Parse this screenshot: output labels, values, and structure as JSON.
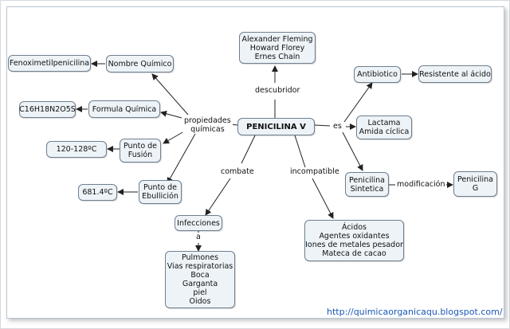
{
  "nodes": {
    "penicilina": "PENICILINA V",
    "discoverers": [
      "Alexander Fleming",
      "Howard Florey",
      "Ernes Chain"
    ],
    "fenoximetil": "Fenoximetilpenicilina",
    "nombre_quimico": "Nombre Químico",
    "formula_value": "C16H18N2O5S",
    "formula_quimica": "Formula Química",
    "fusion_value": "120-128ºC",
    "punto_fusion": [
      "Punto de",
      "Fusión"
    ],
    "ebullicion_value": "681.4ºC",
    "punto_ebullicion": [
      "Punto de",
      "Ebullición"
    ],
    "infecciones": "Infecciones",
    "organs": [
      "Pulmones",
      "Vias respiratorias",
      "Boca",
      "Garganta",
      "piel",
      "Oidos"
    ],
    "antibiotico": "Antibiotico",
    "resistente": "Resistente al ácido",
    "lactama": [
      "Lactama",
      "Amida cíclica"
    ],
    "sintetica": [
      "Penicilina",
      "Sintetica"
    ],
    "penicilina_g": [
      "Penicilina",
      "G"
    ],
    "incompatibles": [
      "Ácidos",
      "Agentes oxidantes",
      "Iones de metales pesador",
      "Mateca de cacao"
    ]
  },
  "links": {
    "descubridor": "descubridor",
    "propiedades": [
      "propiedades",
      "químicas"
    ],
    "es": "es",
    "combate": "combate",
    "incompatible": "incompatible",
    "a": "a",
    "modificacion": "modificación"
  },
  "footer": {
    "url": "http://quimicaorganicaqu.blogspot.com/"
  },
  "colors": {
    "node_fill": "#edf3f7",
    "node_border": "#6f7f8f",
    "edge": "#222222",
    "url": "#1a58b8"
  }
}
